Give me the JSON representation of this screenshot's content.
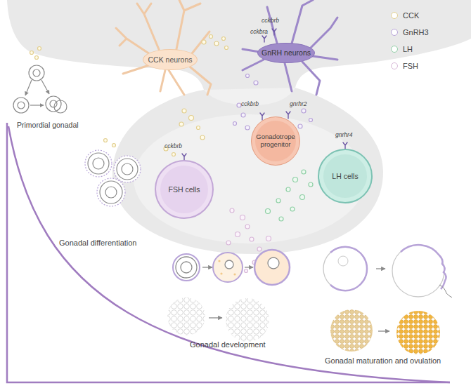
{
  "diagram": {
    "nodes": [
      {
        "text": [
          "CCK neurons"
        ]
      },
      {
        "text": [
          "GnRH neurons"
        ]
      },
      {
        "text": [
          "Gonadotrope progenitor"
        ]
      },
      {
        "text": [
          "FSH cells"
        ]
      },
      {
        "text": [
          "LH cells"
        ]
      }
    ],
    "labels": [
      "cckbrb",
      "cckbra",
      "cckbrb",
      "gnrhr2",
      "cckbrb",
      "gnrhr4",
      "Primordial gonadal",
      "Gonadal differentiation",
      "Gonadal development",
      "Gonadal maturation and ovulation"
    ],
    "legend": [
      {
        "text": "CCK",
        "color": "#e2cf8f"
      },
      {
        "text": "GnRH3",
        "color": "#b7a3d8"
      },
      {
        "text": "LH",
        "color": "#8fcfa5"
      },
      {
        "text": "FSH",
        "color": "#d8b8d8"
      }
    ]
  }
}
